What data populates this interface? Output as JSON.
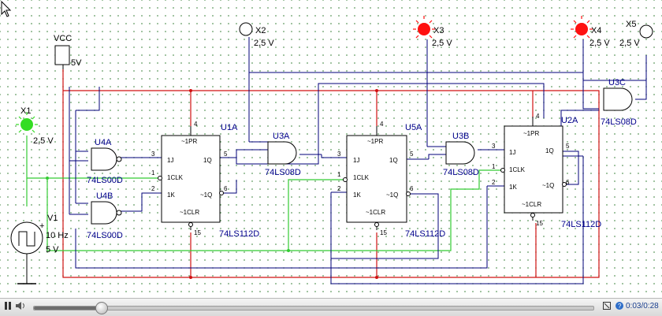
{
  "schematic": {
    "vcc": {
      "name": "VCC",
      "value": "5V"
    },
    "source": {
      "name": "V1",
      "frequency": "10 Hz",
      "amplitude": "5 V"
    },
    "probes": [
      {
        "name": "X1",
        "voltage": "2,5 V",
        "lit": true,
        "color": "#33dd22"
      },
      {
        "name": "X2",
        "voltage": "2,5 V",
        "lit": false,
        "color": "#ffffff"
      },
      {
        "name": "X3",
        "voltage": "2,5 V",
        "lit": true,
        "color": "#ff1010"
      },
      {
        "name": "X4",
        "voltage": "2,5 V",
        "lit": true,
        "color": "#ff1010"
      },
      {
        "name": "X5",
        "voltage": "2,5 V",
        "lit": false,
        "color": "#ffffff"
      }
    ],
    "nand_gates": [
      {
        "ref": "U4A",
        "part": "74LS00D"
      },
      {
        "ref": "U4B",
        "part": "74LS00D"
      }
    ],
    "and_gates": [
      {
        "ref": "U3A",
        "part": "74LS08D"
      },
      {
        "ref": "U3B",
        "part": "74LS08D"
      },
      {
        "ref": "U3C",
        "part": "74LS08D"
      }
    ],
    "flipflops": [
      {
        "ref": "U1A",
        "part": "74LS112D"
      },
      {
        "ref": "U5A",
        "part": "74LS112D"
      },
      {
        "ref": "U2A",
        "part": "74LS112D"
      }
    ],
    "ff_pins": {
      "pr": "~1PR",
      "clr": "~1CLR",
      "j": "1J",
      "k": "1K",
      "clk": "1CLK",
      "q": "1Q",
      "qn": "~1Q",
      "p4": "4",
      "p15": "15",
      "p3": "3",
      "p1": "1",
      "p2": "2",
      "p5": "5",
      "p6": "6"
    },
    "wire_colors": {
      "vcc": "#d01010",
      "clock": "#33cc33",
      "signal": "#00007a"
    }
  },
  "player": {
    "play_icon": "pause-icon",
    "volume_icon": "volume-icon",
    "time": "0:03/0:28",
    "progress": 0.12
  }
}
